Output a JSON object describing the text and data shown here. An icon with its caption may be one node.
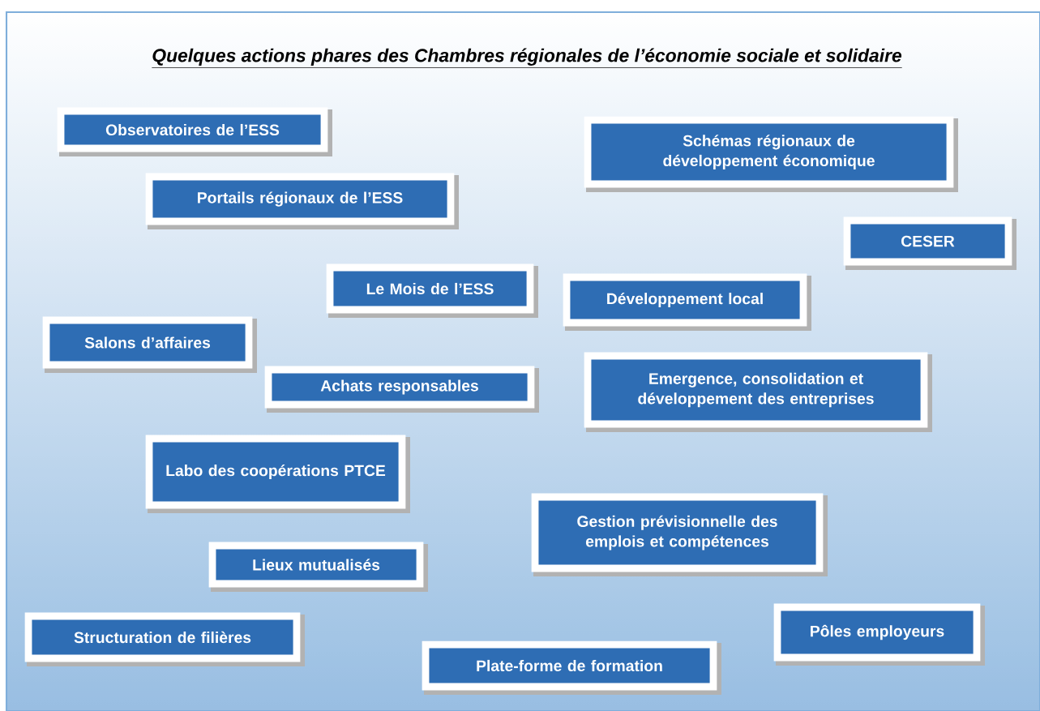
{
  "diagram": {
    "title": "Quelques actions phares des Chambres régionales de l’économie sociale et solidaire",
    "nodes": [
      {
        "text": [
          "Observatoires de l’ESS"
        ]
      },
      {
        "text": [
          "Portails régionaux de l’ESS"
        ]
      },
      {
        "text": [
          "Schémas régionaux de développement économique"
        ]
      },
      {
        "text": [
          "CESER"
        ]
      },
      {
        "text": [
          "Le Mois de l’ESS"
        ]
      },
      {
        "text": [
          "Développement local"
        ]
      },
      {
        "text": [
          "Salons d’affaires"
        ]
      },
      {
        "text": [
          "Achats responsables"
        ]
      },
      {
        "text": [
          "Emergence, consolidation et développement des entreprises"
        ]
      },
      {
        "text": [
          "Labo des coopérations PTCE"
        ]
      },
      {
        "text": [
          "Gestion prévisionnelle des emplois et compétences"
        ]
      },
      {
        "text": [
          "Lieux mutualisés"
        ]
      },
      {
        "text": [
          "Structuration de filières"
        ]
      },
      {
        "text": [
          "Pôles employeurs"
        ]
      },
      {
        "text": [
          "Plate-forme de formation"
        ]
      }
    ],
    "edges": []
  }
}
